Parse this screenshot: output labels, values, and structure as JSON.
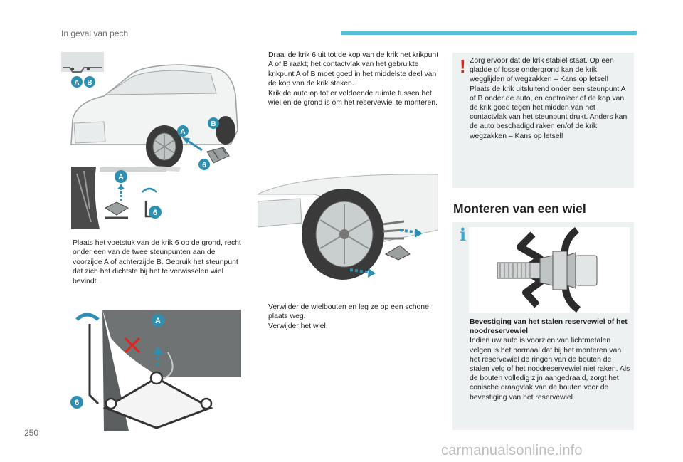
{
  "header": {
    "section_label": "In geval van pech"
  },
  "page": {
    "number": "250",
    "watermark": "carmanualsonline.info"
  },
  "colors": {
    "accent": "#5bbfdc",
    "callout": "#2f8fb3",
    "warning": "#e2231a",
    "info": "#3aa7d4",
    "box_background": "#eef1f1"
  },
  "illustrations": {
    "car_labels": [
      "A",
      "B",
      "A",
      "B",
      "6"
    ],
    "jack_labels": [
      "A",
      "6"
    ],
    "closeup_labels": [
      "A",
      "6"
    ]
  },
  "instructions": {
    "place_jack": {
      "marker": "",
      "text": "Plaats het voetstuk van de krik 6 op de grond, recht onder een van de twee steunpunten aan de voorzijde A of achterzijde B. Gebruik het steunpunt dat zich het dichtste bij het te verwisselen wiel bevindt."
    },
    "raise_jack": {
      "marker": "",
      "text": "Draai de krik 6 uit tot de kop van de krik het krikpunt A of B raakt; het contactvlak van het gebruikte krikpunt A of B moet goed in het middelste deel van de kop van de krik steken."
    },
    "lift_car": {
      "marker": "",
      "text": "Krik de auto op tot er voldoende ruimte tussen het wiel en de grond is om het reservewiel te monteren."
    },
    "remove_bolts": {
      "marker": "",
      "text": "Verwijder de wielbouten en leg ze op een schone plaats weg."
    },
    "remove_wheel": {
      "marker": "",
      "text": "Verwijder het wiel."
    }
  },
  "warning": {
    "mark": "!",
    "text": "Zorg ervoor dat de krik stabiel staat. Op een gladde of losse ondergrond kan de krik wegglijden of wegzakken – Kans op letsel! Plaats de krik uitsluitend onder een steunpunt A of B onder de auto, en controleer of de kop van de krik goed tegen het midden van het contactvlak van het steunpunt drukt. Anders kan de auto beschadigd raken en/of de krik wegzakken – Kans op letsel!"
  },
  "section": {
    "title": "Monteren van een wiel"
  },
  "info": {
    "mark": "i",
    "title": "Bevestiging van het stalen reservewiel of het noodreservewiel",
    "text": "Indien uw auto is voorzien van lichtmetalen velgen is het normaal dat bij het monteren van het reservewiel de ringen van de bouten de stalen velg of het noodreservewiel niet raken. Als de bouten volledig zijn aangedraaid, zorgt het conische draagvlak van de bouten voor de bevestiging van het reservewiel."
  }
}
